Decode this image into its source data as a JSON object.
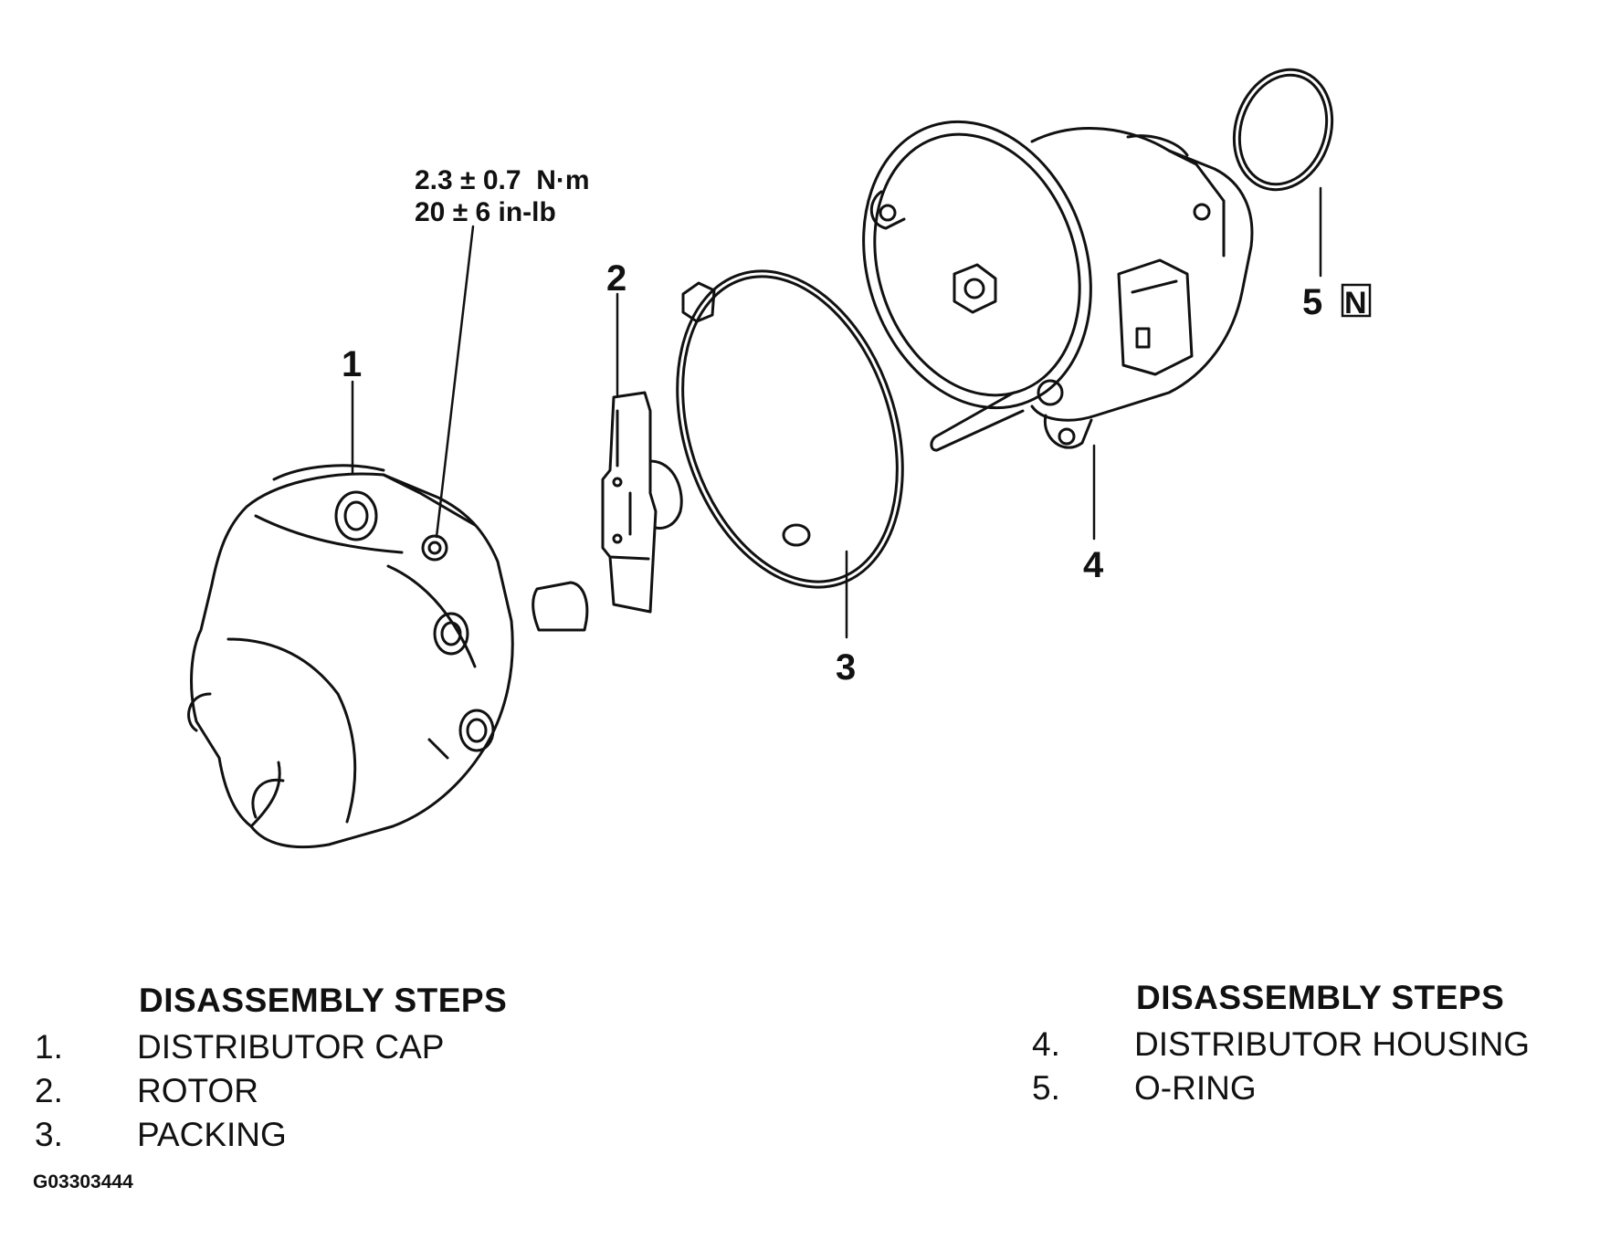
{
  "torque_spec": {
    "metric": "2.3 ± 0.7  N·m",
    "imperial": "20 ± 6 in-lb"
  },
  "callouts": {
    "c1": "1",
    "c2": "2",
    "c3": "3",
    "c4": "4",
    "c5": "5",
    "new_part_marker": "N"
  },
  "legend_left": {
    "heading": "DISASSEMBLY STEPS",
    "items": [
      {
        "num": "1.",
        "label": "DISTRIBUTOR CAP"
      },
      {
        "num": "2.",
        "label": "ROTOR"
      },
      {
        "num": "3.",
        "label": "PACKING"
      }
    ]
  },
  "legend_right": {
    "heading": "DISASSEMBLY STEPS",
    "items": [
      {
        "num": "4.",
        "label": "DISTRIBUTOR HOUSING"
      },
      {
        "num": "5.",
        "label": "O-RING"
      }
    ]
  },
  "figure_id": "G03303444"
}
